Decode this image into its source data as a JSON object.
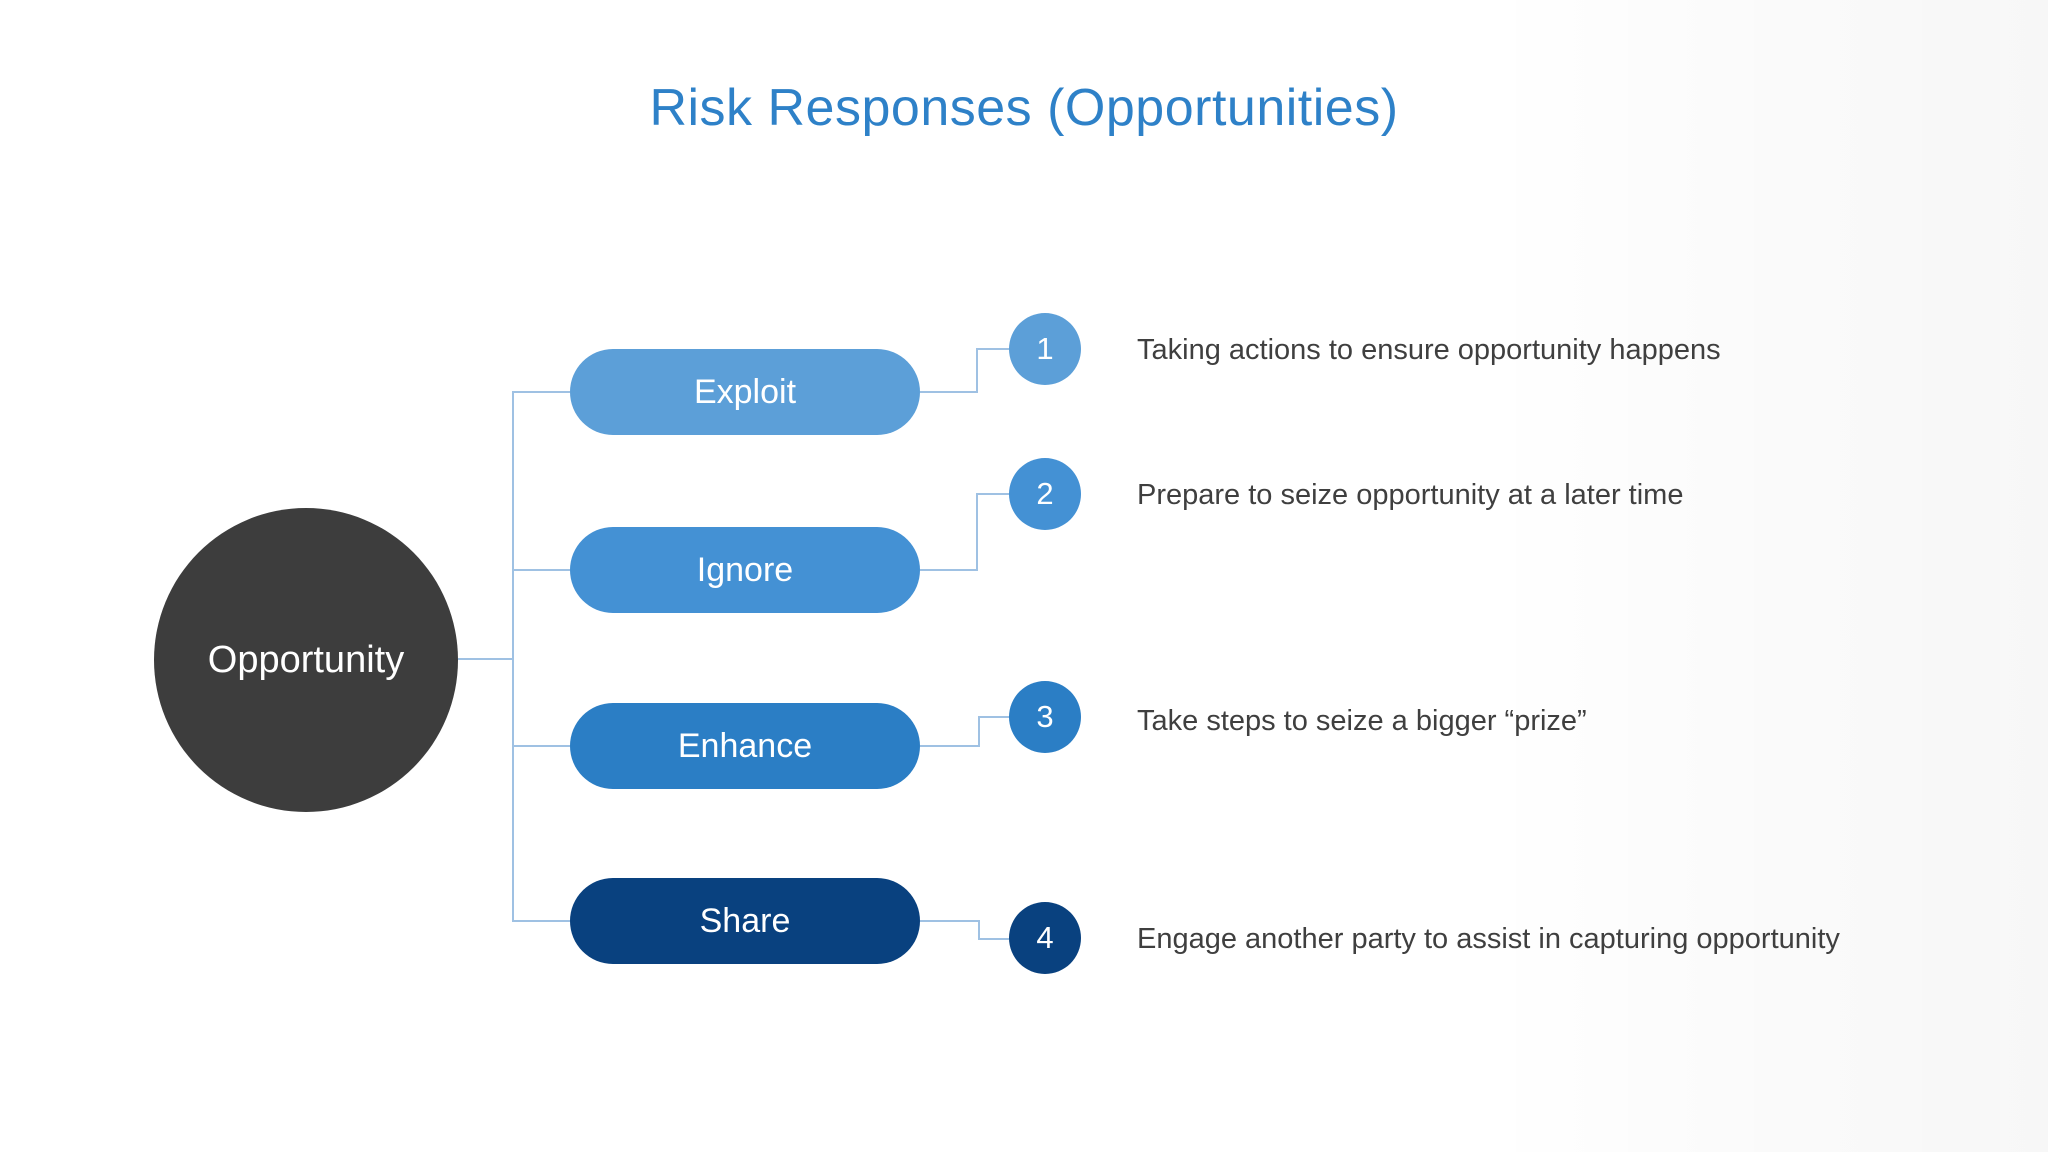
{
  "title": "Risk Responses (Opportunities)",
  "colors": {
    "title_text": "#2E81C8",
    "connector": "#9FC1E3",
    "center_fill": "#3D3D3D",
    "description_text": "#3F3F3F"
  },
  "center": {
    "label": "Opportunity"
  },
  "branches": [
    {
      "label": "Exploit",
      "number": "1",
      "description": "Taking actions to ensure opportunity happens",
      "color": "#5C9FD8"
    },
    {
      "label": "Ignore",
      "number": "2",
      "description": "Prepare to seize opportunity at a later time",
      "color": "#4491D4"
    },
    {
      "label": "Enhance",
      "number": "3",
      "description": "Take steps to seize a bigger “prize”",
      "color": "#2B7EC5"
    },
    {
      "label": "Share",
      "number": "4",
      "description": "Engage another party to assist in capturing opportunity",
      "color": "#09417F"
    }
  ]
}
